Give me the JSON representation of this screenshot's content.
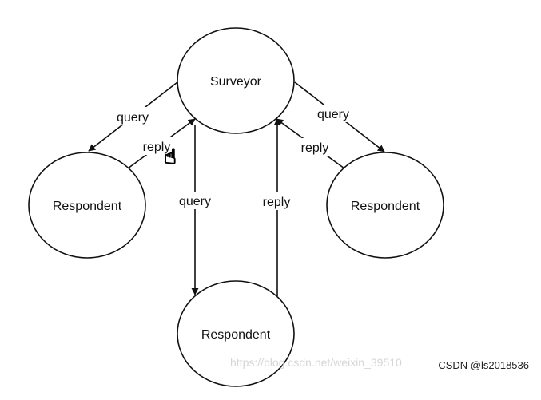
{
  "diagram": {
    "nodes": [
      {
        "id": "surveyor",
        "label": "Surveyor"
      },
      {
        "id": "respondent-left",
        "label": "Respondent"
      },
      {
        "id": "respondent-right",
        "label": "Respondent"
      },
      {
        "id": "respondent-bottom",
        "label": "Respondent"
      }
    ],
    "edges": [
      {
        "id": "query-left",
        "from": "surveyor",
        "to": "respondent-left",
        "label": "query"
      },
      {
        "id": "reply-left",
        "from": "respondent-left",
        "to": "surveyor",
        "label": "reply"
      },
      {
        "id": "query-right",
        "from": "surveyor",
        "to": "respondent-right",
        "label": "query"
      },
      {
        "id": "reply-right",
        "from": "respondent-right",
        "to": "surveyor",
        "label": "reply"
      },
      {
        "id": "query-bottom",
        "from": "surveyor",
        "to": "respondent-bottom",
        "label": "query"
      },
      {
        "id": "reply-bottom",
        "from": "respondent-bottom",
        "to": "surveyor",
        "label": "reply"
      }
    ]
  },
  "watermark": {
    "url_text": "https://blog.csdn.net/weixin_39510",
    "credit_text": "CSDN @ls2018536"
  },
  "cursor": {
    "icon": "hand-pointer-icon",
    "glyph": "☝"
  },
  "colors": {
    "stroke": "#111111",
    "background": "#ffffff",
    "watermark": "#d6d6d6"
  }
}
